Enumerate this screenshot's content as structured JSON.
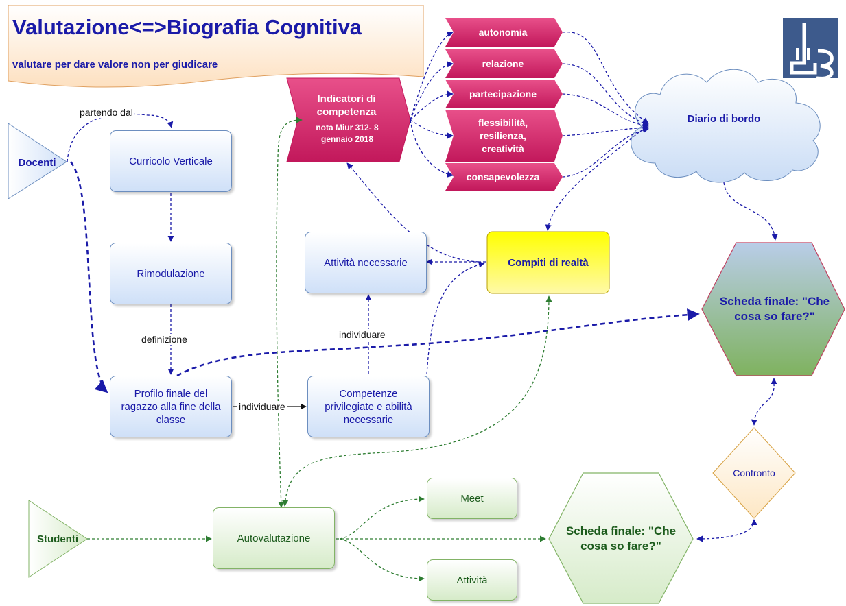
{
  "header": {
    "title": "Valutazione<=>Biografia Cognitiva",
    "subtitle": "valutare per dare valore non per giudicare"
  },
  "nodes": {
    "docenti": "Docenti",
    "curricolo": "Curricolo Verticale",
    "rimodulazione": "Rimodulazione",
    "profilo": "Profilo finale del ragazzo alla fine della classe",
    "competenze": "Competenze privilegiate e abilità necessarie",
    "attivita_necessarie": "Attività necessarie",
    "compiti": "Compiti di realtà",
    "indicatori_title": "Indicatori di competenza",
    "indicatori_note": "nota Miur 312- 8 gennaio 2018",
    "autonomia": "autonomia",
    "relazione": "relazione",
    "partecipazione": "partecipazione",
    "flessibilita": "flessibilità, resilienza, creatività",
    "consapevolezza": "consapevolezza",
    "diario": "Diario di bordo",
    "scheda_docenti": "Scheda finale: \"Che cosa so fare?\"",
    "scheda_studenti": "Scheda finale: \"Che cosa so fare?\"",
    "confronto": "Confronto",
    "studenti": "Studenti",
    "autovalutazione": "Autovalutazione",
    "meet": "Meet",
    "attivita": "Attività"
  },
  "edge_labels": {
    "partendo": "partendo dal",
    "definizione": "definizione",
    "individuare_1": "individuare",
    "individuare_2": "individuare"
  },
  "colors": {
    "navy": "#1a1aa8",
    "green_edge": "#2e7d32",
    "magenta": "#d81b60",
    "yellow": "#ffff33"
  }
}
